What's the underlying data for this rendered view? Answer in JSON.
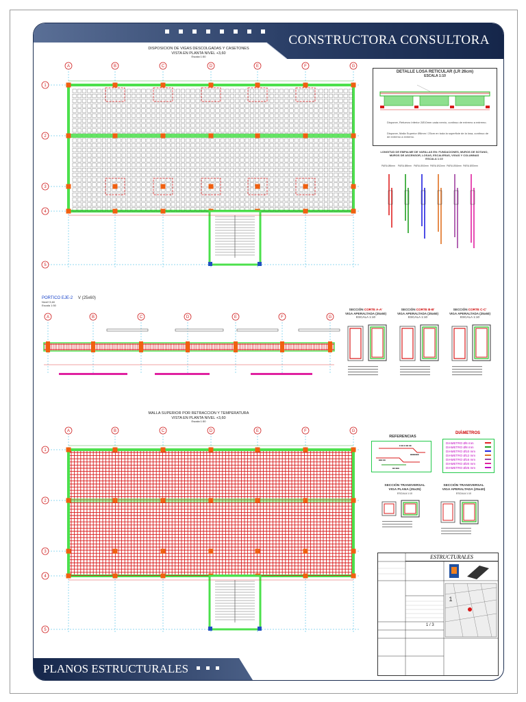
{
  "company_name": "CONSTRUCTORA CONSULTORA",
  "footer_title": "PLANOS ESTRUCTURALES",
  "plan_top": {
    "title_line1": "DISPOSICION DE VIGAS DESCOLGADAS Y CASETONES",
    "title_line2": "VISTA EN PLANTA   NIVEL +3,60",
    "scale": "Escala 1:50"
  },
  "plan_bottom": {
    "title_line1": "MALLA SUPERIOR POR RETRACCION Y TEMPERATURA",
    "title_line2": "VISTA EN PLANTA   NIVEL +3,60",
    "scale": "Escala 1:50"
  },
  "axes_letters": [
    "A",
    "B",
    "C",
    "D",
    "E",
    "F",
    "G"
  ],
  "axes_numbers": [
    "1",
    "2",
    "3",
    "4",
    "5"
  ],
  "detail_losa": {
    "title": "DETALLE LOSA RETICULAR (LR 26cm)",
    "scale": "ESCALA 1:10",
    "note1": "Disponer, Refuerzo Inferior 2Ø10mm cada nervio, continuo de extremo a extremo.",
    "note2": "Disponer, Malla Superior Ø6mm / 25cm  en toda la superficie de la losa, continuo de de extremo a extremo."
  },
  "empalme": {
    "title": "LONGITUD DE EMPALME DE VARILLAS EN: FUNDACIONES, MUROS DE SOTANO, MUROS DE ASCENSOR, LOSAS, ESCALERAS, VIGAS Y COLUMNAS",
    "scale": "ESCALA 1:10",
    "items": [
      "PARA Ø6mm",
      "PARA Ø8mm",
      "PARA Ø10mm",
      "PARA Ø12mm",
      "PARA Ø16mm",
      "PARA Ø20mm"
    ]
  },
  "portico": {
    "label": "PORTICO EJE-2",
    "beam": "V (25x60)",
    "level": "Nivel+3,60",
    "scale": "Escala 1:50"
  },
  "sections": [
    {
      "prefix": "SECCIÓN ",
      "corte": "CORTE A-A'",
      "name": "VIGA APERALTADA (25x60)",
      "scale": "ESCALA 1:10"
    },
    {
      "prefix": "SECCIÓN ",
      "corte": "CORTE B-B'",
      "name": "VIGA APERALTADA (25x60)",
      "scale": "ESCALA 1:10"
    },
    {
      "prefix": "SECCIÓN ",
      "corte": "CORTE C-C'",
      "name": "VIGA APERALTADA (25x60)",
      "scale": "ESCALA 1:10"
    }
  ],
  "referencias_title": "REFERENCIAS",
  "diametros": {
    "title": "DIÁMETROS",
    "items": [
      {
        "label": "DIAMETRO Ø6 mm",
        "color": "#e02020"
      },
      {
        "label": "DIAMETRO Ø8 mm",
        "color": "#20a020"
      },
      {
        "label": "DIAMETRO Ø10 mm",
        "color": "#2020e0"
      },
      {
        "label": "DIAMETRO Ø12 mm",
        "color": "#e07020"
      },
      {
        "label": "DIAMETRO Ø16 mm",
        "color": "#a040a0"
      },
      {
        "label": "DIAMETRO Ø20 mm",
        "color": "#e020a0"
      },
      {
        "label": "DIAMETRO Ø25 mm",
        "color": "#c000c0"
      }
    ]
  },
  "transversal": [
    {
      "title1": "SECCIÓN TRANSVERSAL",
      "title2": "VIGA PLANA (25x25)",
      "scale": "ESCALA 1:10"
    },
    {
      "title1": "SECCIÓN TRANSVERSAL",
      "title2": "VIGA APERALTADA (25x40)",
      "scale": "ESCALA 1:10"
    }
  ],
  "title_block": {
    "header": "ESTRUCTURALES",
    "sheet": "1 / 3"
  },
  "colors": {
    "navy": "#1a2c50",
    "rebar_red": "#d81818",
    "beam_green": "#4ce04c",
    "axis_red": "#d02020",
    "column_orange": "#f06010"
  }
}
